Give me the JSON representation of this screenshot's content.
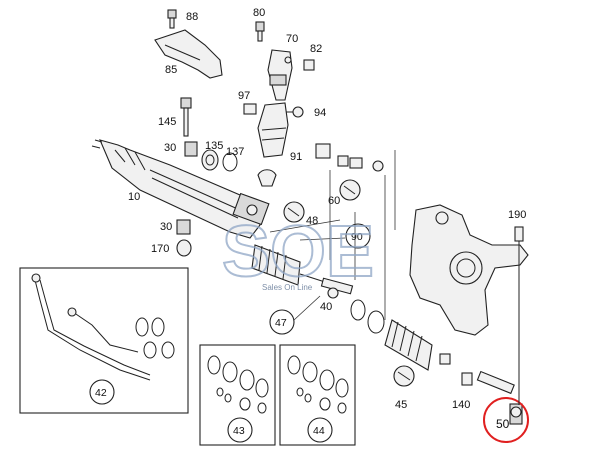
{
  "parts": {
    "p88": "88",
    "p85": "85",
    "p80": "80",
    "p70": "70",
    "p82": "82",
    "p97": "97",
    "p94": "94",
    "p145": "145",
    "p30a": "30",
    "p135": "135",
    "p137": "137",
    "p91": "91",
    "p10": "10",
    "p60": "60",
    "p48": "48",
    "p30b": "30",
    "p170": "170",
    "p90": "90",
    "p190": "190",
    "p47": "47",
    "p40": "40",
    "p42": "42",
    "p43": "43",
    "p44": "44",
    "p45": "45",
    "p140": "140",
    "p50": "50"
  },
  "watermark": {
    "logo": "SOE",
    "tagline": "Sales On Line"
  },
  "colors": {
    "highlight": "#e02020",
    "watermark": "#8fa6c6"
  },
  "highlighted_part": "50"
}
